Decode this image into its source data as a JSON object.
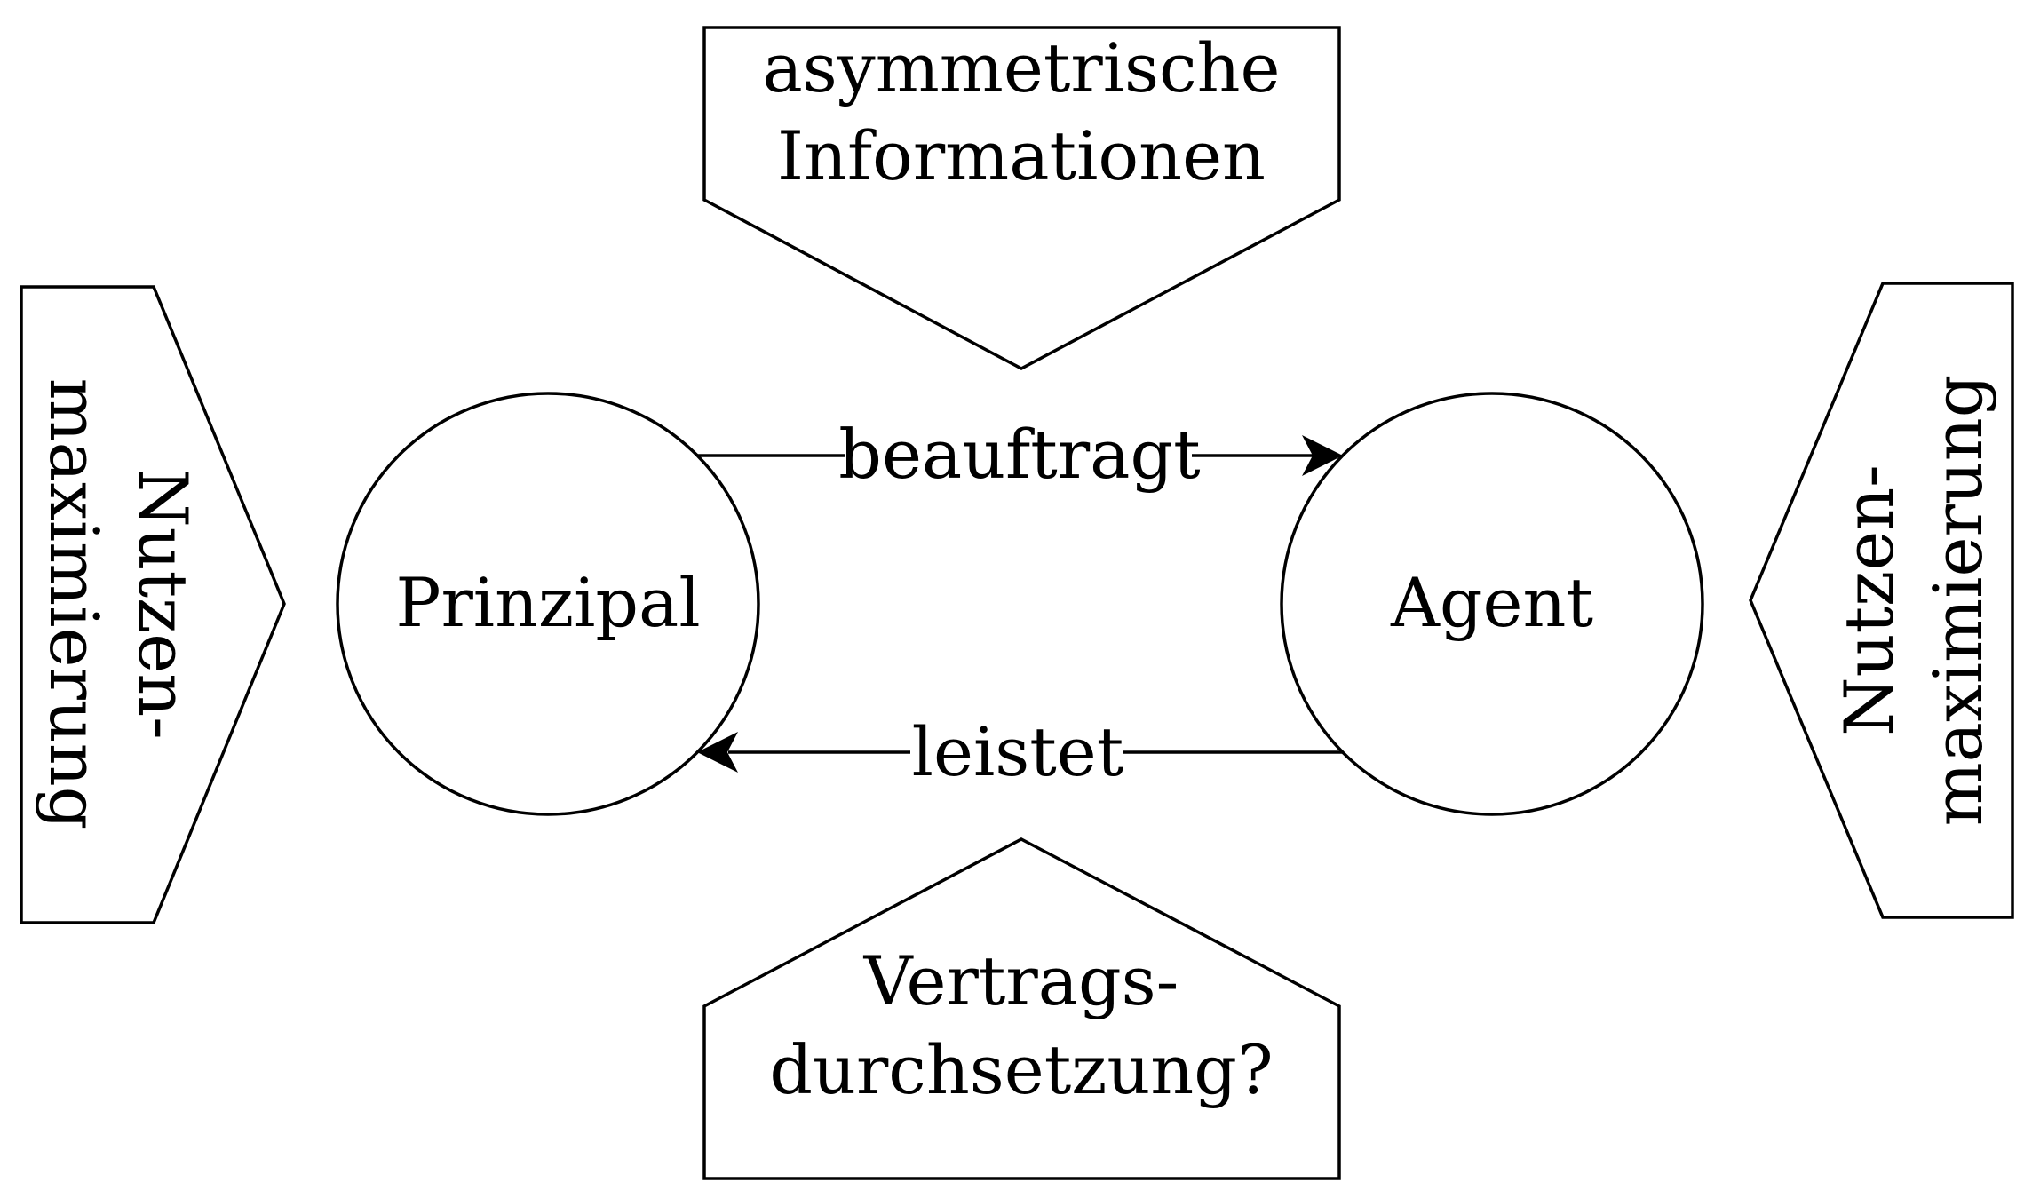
{
  "diagram": {
    "nodes": {
      "principal": {
        "label": "Prinzipal"
      },
      "agent": {
        "label": "Agent"
      }
    },
    "edges": {
      "assigns": {
        "label": "beauftragt"
      },
      "performs": {
        "label": "leistet"
      }
    },
    "callouts": {
      "top": {
        "line1": "asymmetrische",
        "line2": "Informationen"
      },
      "bottom": {
        "line1": "Vertrags-",
        "line2": "durchsetzung?"
      },
      "left": {
        "line1": "Nutzen-",
        "line2": "maximierung"
      },
      "right": {
        "line1": "Nutzen-",
        "line2": "maximierung"
      }
    }
  }
}
